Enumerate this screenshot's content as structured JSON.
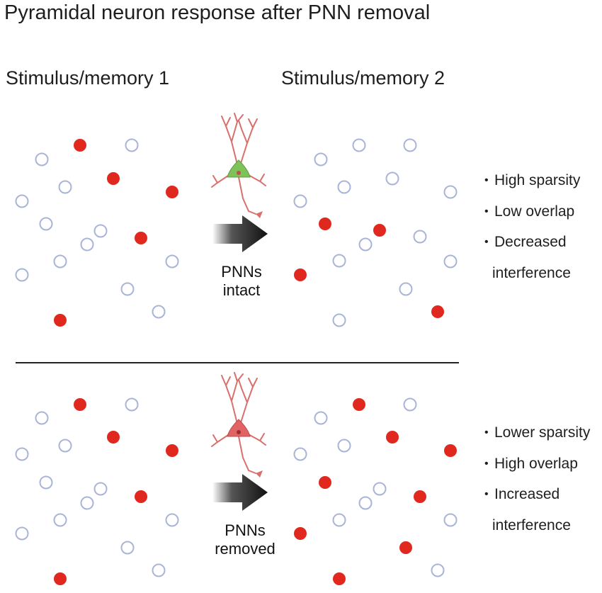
{
  "title": "Pyramidal neuron response after PNN removal",
  "columns": {
    "left": "Stimulus/memory 1",
    "right": "Stimulus/memory 2"
  },
  "colors": {
    "active_cell": "#e0281e",
    "inactive_cell_stroke": "#a9b4d8",
    "neuron_intact_body": "#7ec25a",
    "neuron_removed_body": "#e06464",
    "neuron_dendrite": "#d8706c",
    "arrow": "#1a1a1a",
    "divider": "#222222"
  },
  "panels": [
    {
      "id": "intact",
      "arrow_label": [
        "PNNs",
        "intact"
      ],
      "neuron_state": "intact",
      "bullets": [
        "High sparsity",
        "Low overlap",
        "Decreased"
      ],
      "bullet_continuation": "interference"
    },
    {
      "id": "removed",
      "arrow_label": [
        "PNNs",
        "removed"
      ],
      "neuron_state": "removed",
      "bullets": [
        "Lower sparsity",
        "High overlap",
        "Increased"
      ],
      "bullet_continuation": "interference"
    }
  ]
}
